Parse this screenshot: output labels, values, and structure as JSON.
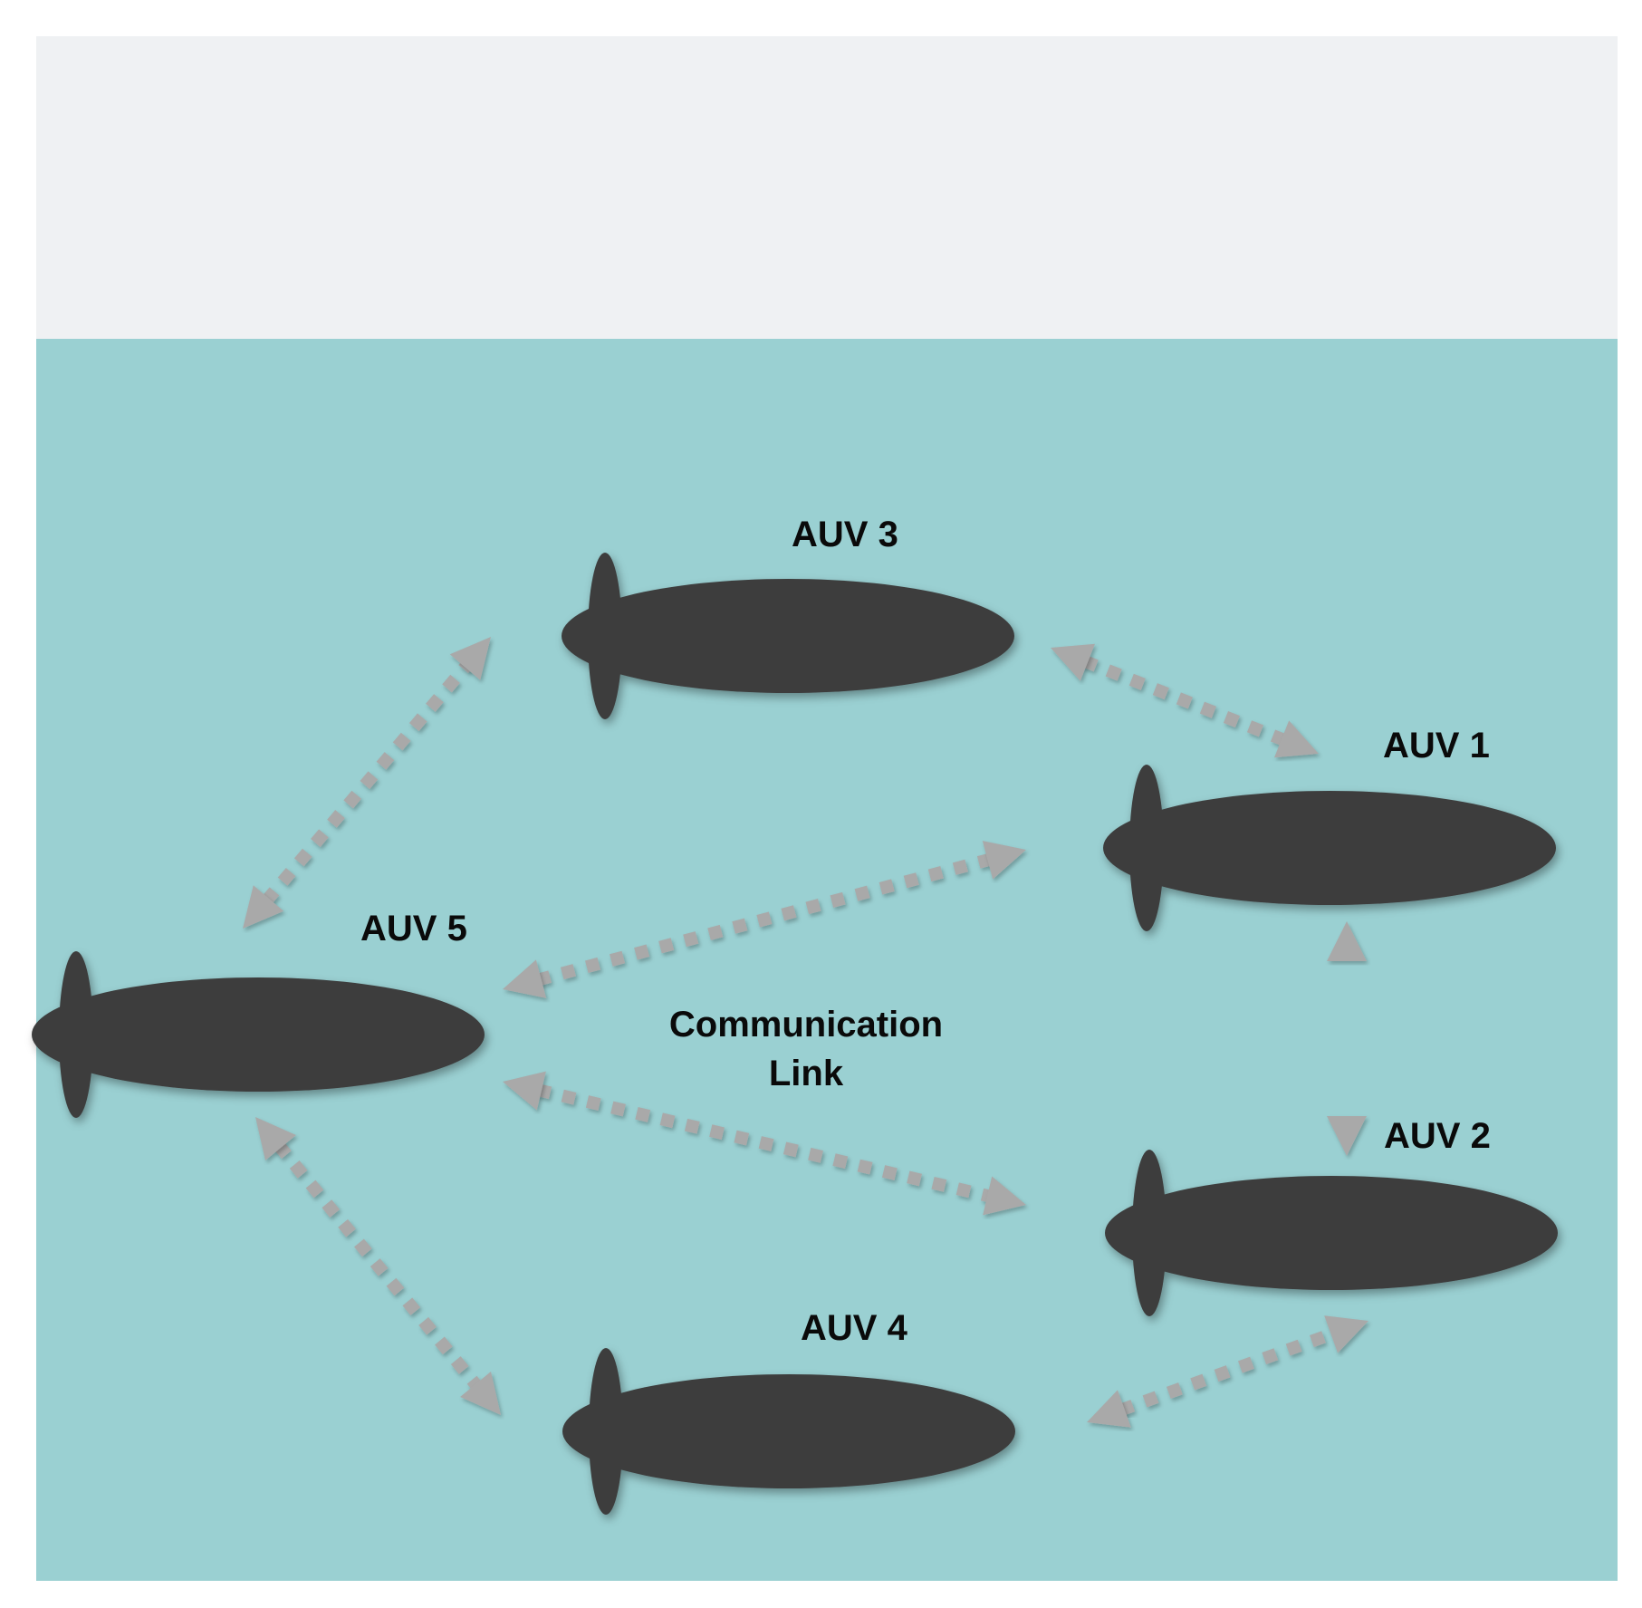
{
  "diagram": {
    "colors": {
      "sky": "#eff1f3",
      "water": "#9ad0d2",
      "vehicle": "#3d3d3d",
      "link": "#a9a9a9"
    },
    "vehicles": [
      {
        "id": "auv3",
        "label": "AUV 3"
      },
      {
        "id": "auv1",
        "label": "AUV 1"
      },
      {
        "id": "auv5",
        "label": "AUV 5"
      },
      {
        "id": "auv2",
        "label": "AUV 2"
      },
      {
        "id": "auv4",
        "label": "AUV 4"
      }
    ],
    "links": [
      {
        "from": "AUV 5",
        "to": "AUV 3"
      },
      {
        "from": "AUV 3",
        "to": "AUV 1"
      },
      {
        "from": "AUV 5",
        "to": "AUV 1"
      },
      {
        "from": "AUV 1",
        "to": "AUV 2"
      },
      {
        "from": "AUV 5",
        "to": "AUV 2"
      },
      {
        "from": "AUV 5",
        "to": "AUV 4"
      },
      {
        "from": "AUV 4",
        "to": "AUV 2"
      }
    ],
    "link_label_line1": "Communication",
    "link_label_line2": "Link"
  }
}
